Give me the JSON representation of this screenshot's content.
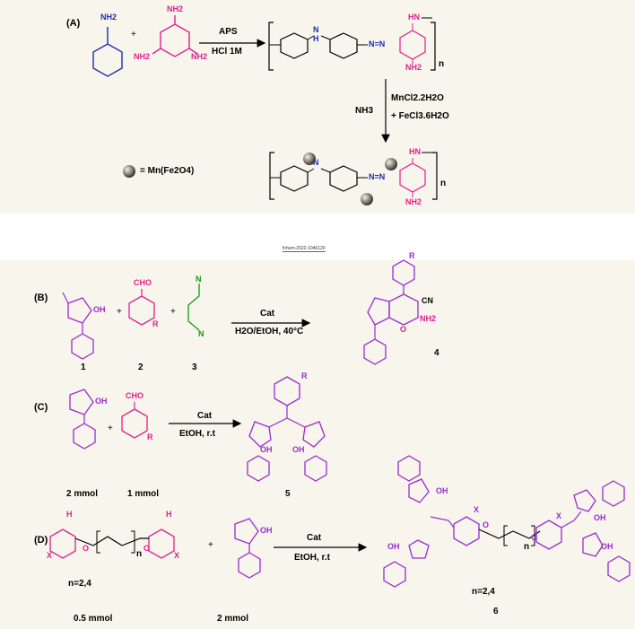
{
  "panels": {
    "a": "(A)",
    "b": "(B)",
    "c": "(C)",
    "d": "(D)"
  },
  "reaction_a": {
    "nh2": "NH2",
    "nh2_sub": "2",
    "aps": "APS",
    "hcl": "HCl 1M",
    "polymer_nh": "N",
    "polymer_h": "H",
    "azo": "N=N",
    "hn": "HN",
    "n_sub": "n",
    "nh3": "NH3",
    "mn_reagent": "MnCl2.2H2O",
    "fe_reagent": "+ FeCl3.6H2O",
    "legend": "= Mn(Fe2O4)"
  },
  "stamp": "fchem-2022-1046120",
  "reaction_b": {
    "cho": "CHO",
    "oh": "OH",
    "r": "R",
    "n": "N",
    "num1": "1",
    "num2": "2",
    "num3": "3",
    "num4": "4",
    "cat": "Cat",
    "cond": "H2O/EtOH, 40°C",
    "cn": "CN",
    "nh2": "NH2",
    "o": "O"
  },
  "reaction_c": {
    "cat": "Cat",
    "cond": "EtOH, r.t",
    "amt1": "2 mmol",
    "amt2": "1 mmol",
    "num5": "5"
  },
  "reaction_d": {
    "h": "H",
    "x": "X",
    "n": "n",
    "o": "O",
    "cat": "Cat",
    "cond": "EtOH, r.t",
    "n_vals": "n=2,4",
    "n_vals_product": "n=2,4",
    "amt1": "0.5 mmol",
    "amt2": "2 mmol",
    "num6": "6"
  },
  "colors": {
    "background": "#f7f5ec",
    "magenta": "#e0208c",
    "blue": "#1e2db0",
    "purple": "#9a2bd0",
    "green": "#119a11"
  }
}
